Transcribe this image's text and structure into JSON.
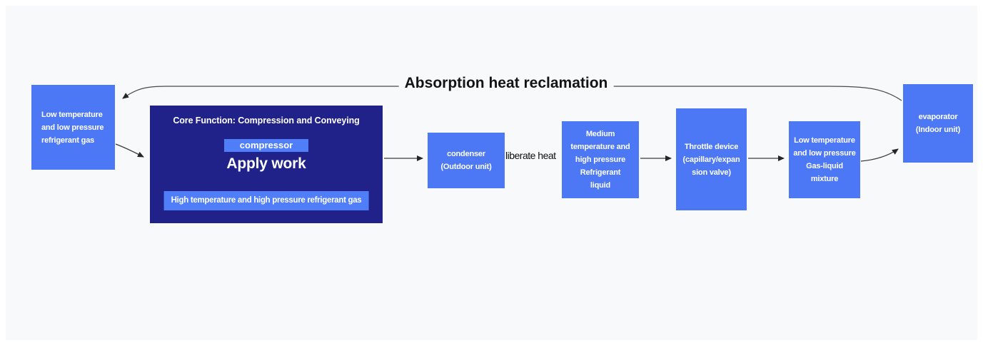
{
  "title": "Absorption heat reclamation",
  "labels": {
    "liberate_heat": "liberate heat"
  },
  "core": {
    "title": "Core Function: Compression and Conveying",
    "compressor": "compressor",
    "apply_work": "Apply work",
    "output": "High temperature and high pressure refrigerant gas"
  },
  "nodes": {
    "low_temp_gas": {
      "lines": [
        "Low temperature",
        "and low pressure",
        "refrigerant gas"
      ]
    },
    "condenser": {
      "lines": [
        "condenser",
        "(Outdoor unit)"
      ]
    },
    "medium_liquid": {
      "lines": [
        "Medium",
        "temperature and",
        "high pressure",
        "Refrigerant",
        "liquid"
      ]
    },
    "throttle": {
      "lines": [
        "Throttle device",
        "(capillary/expan",
        "sion valve)"
      ]
    },
    "mixture": {
      "lines": [
        "Low temperature",
        "and low pressure",
        "Gas-liquid",
        "mixture"
      ]
    },
    "evaporator": {
      "lines": [
        "evaporator",
        "(Indoor unit)"
      ]
    }
  },
  "edges": [
    {
      "from": "evaporator",
      "to": "low_temp_gas",
      "label": "Absorption heat reclamation"
    },
    {
      "from": "low_temp_gas",
      "to": "core"
    },
    {
      "from": "core",
      "to": "condenser"
    },
    {
      "from": "condenser",
      "to": "medium_liquid",
      "label": "liberate heat"
    },
    {
      "from": "medium_liquid",
      "to": "throttle"
    },
    {
      "from": "throttle",
      "to": "mixture"
    },
    {
      "from": "mixture",
      "to": "evaporator"
    }
  ],
  "colors": {
    "panel_bg": "#f8f9fb",
    "node_blue": "#4d78f5",
    "chip_blue": "#4f7ef8",
    "core_navy": "#202289",
    "arrow": "#4a4a4a",
    "title_text": "#141414",
    "node_text": "#ffffff"
  }
}
